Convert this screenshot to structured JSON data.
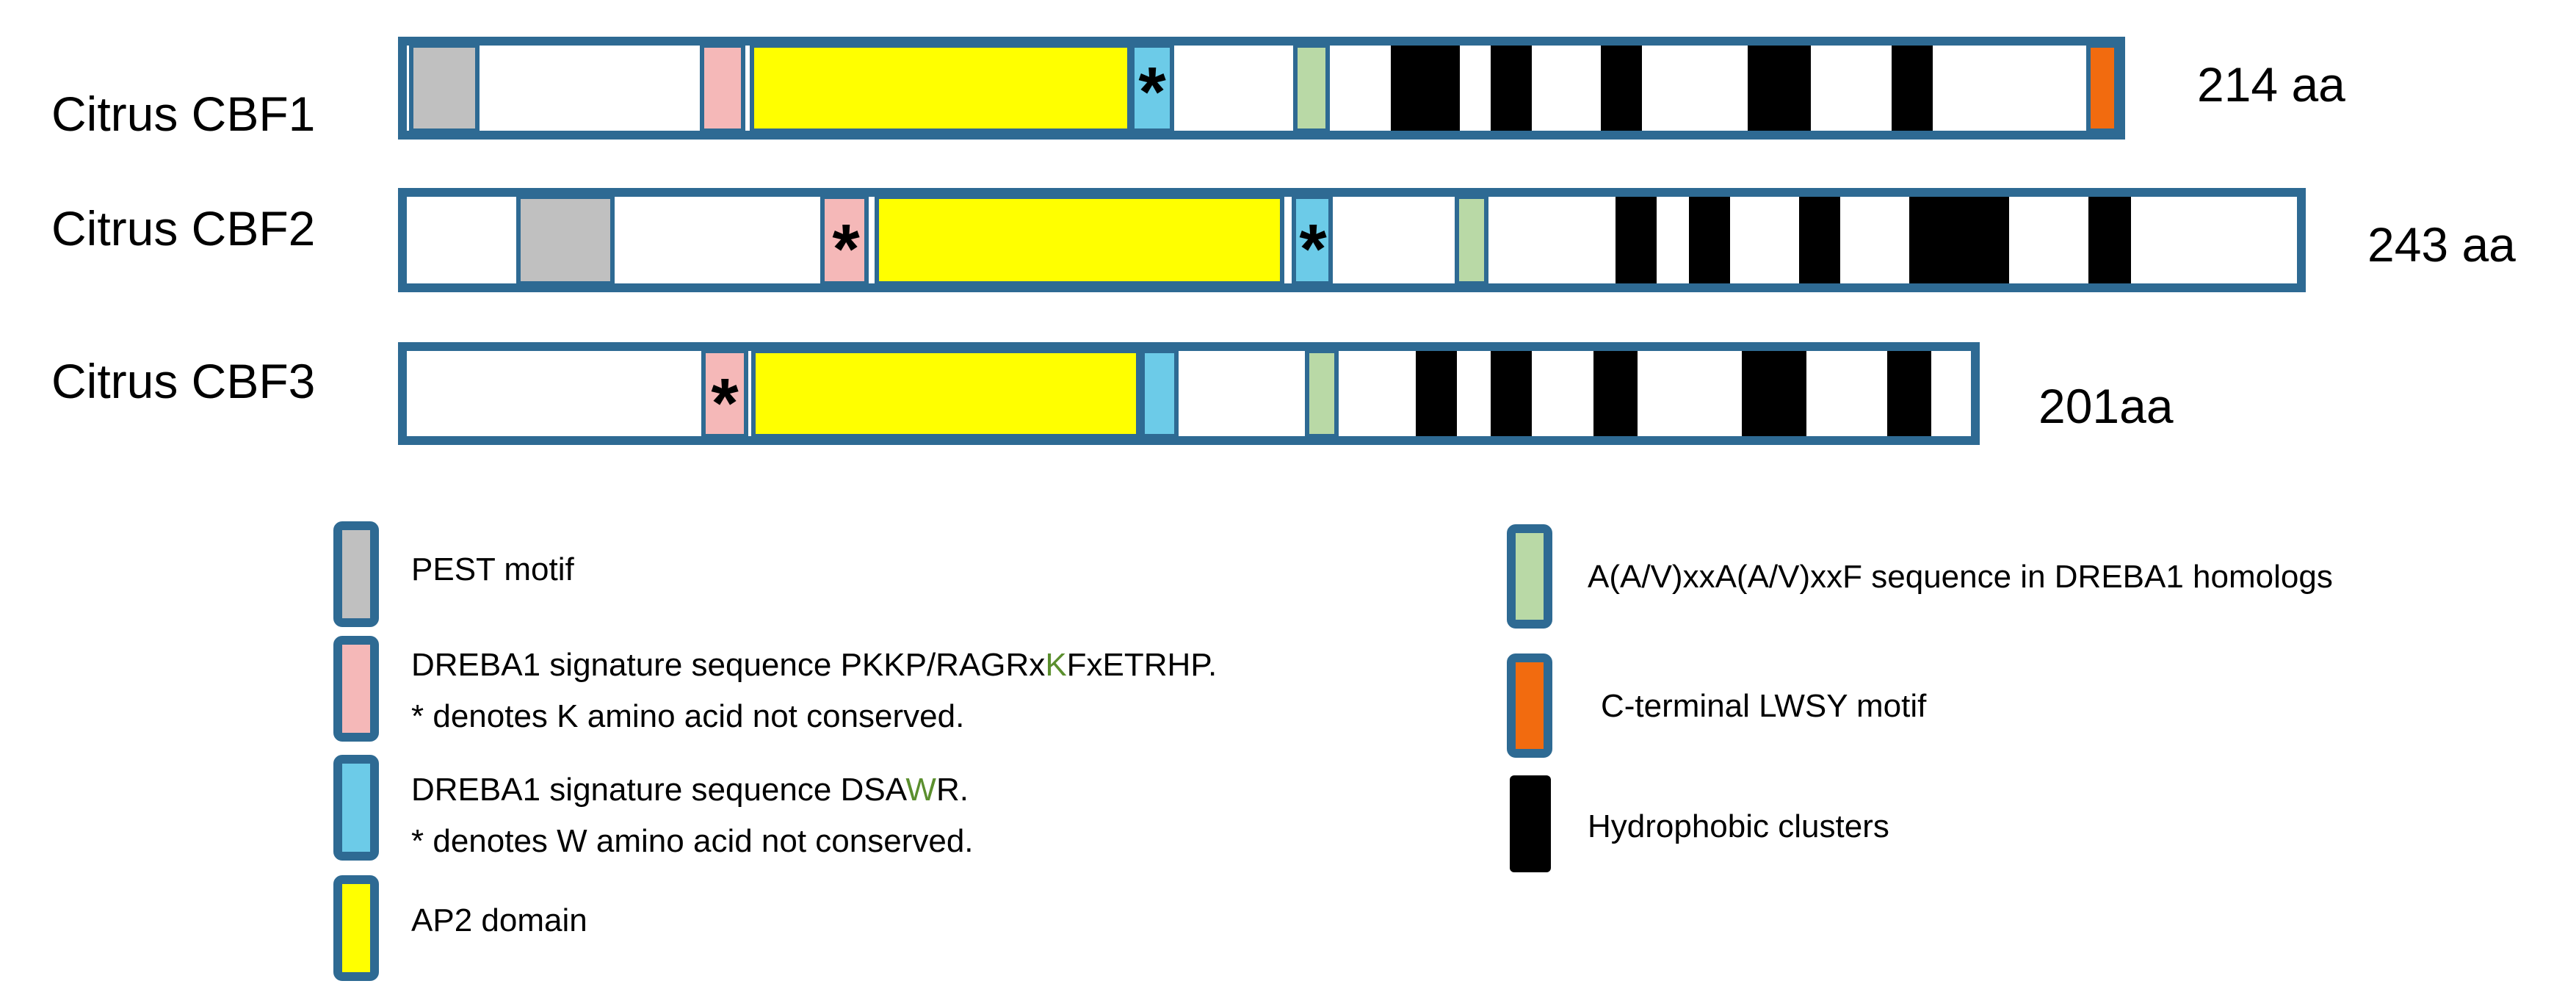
{
  "proteins": [
    {
      "name": "Citrus CBF1",
      "length": "214 aa",
      "domains": [
        {
          "type": "pest"
        },
        {
          "type": "dreb_pkkp"
        },
        {
          "type": "ap2"
        },
        {
          "type": "dreb_dsawr",
          "star": "*"
        },
        {
          "type": "aav_motif"
        },
        {
          "type": "hydrophobic"
        },
        {
          "type": "hydrophobic"
        },
        {
          "type": "hydrophobic"
        },
        {
          "type": "hydrophobic"
        },
        {
          "type": "hydrophobic"
        },
        {
          "type": "lwsy"
        }
      ]
    },
    {
      "name": "Citrus CBF2",
      "length": "243 aa",
      "domains": [
        {
          "type": "pest"
        },
        {
          "type": "dreb_pkkp",
          "star": "*"
        },
        {
          "type": "ap2"
        },
        {
          "type": "dreb_dsawr",
          "star": "*"
        },
        {
          "type": "aav_motif"
        },
        {
          "type": "hydrophobic"
        },
        {
          "type": "hydrophobic"
        },
        {
          "type": "hydrophobic"
        },
        {
          "type": "hydrophobic"
        },
        {
          "type": "hydrophobic"
        }
      ]
    },
    {
      "name": "Citrus CBF3",
      "length": "201aa",
      "domains": [
        {
          "type": "dreb_pkkp",
          "star": "*"
        },
        {
          "type": "ap2"
        },
        {
          "type": "dreb_dsawr"
        },
        {
          "type": "aav_motif"
        },
        {
          "type": "hydrophobic"
        },
        {
          "type": "hydrophobic"
        },
        {
          "type": "hydrophobic"
        },
        {
          "type": "hydrophobic"
        },
        {
          "type": "hydrophobic"
        }
      ]
    }
  ],
  "legend": {
    "pest": {
      "label": "PEST motif"
    },
    "dreb_pkkp": {
      "label_prefix": "DREBA1 signature sequence PKKP/RAGRx",
      "label_highlight": "K",
      "label_suffix": "FxETRHP.",
      "note": "* denotes K amino acid not conserved."
    },
    "dreb_dsawr": {
      "label_prefix": "DREBA1 signature sequence DSA",
      "label_highlight": "W",
      "label_suffix": "R.",
      "note": "* denotes W amino acid not conserved."
    },
    "ap2": {
      "label": "AP2 domain"
    },
    "aav_motif": {
      "label": "A(A/V)xxA(A/V)xxF sequence in DREBA1 homologs"
    },
    "lwsy": {
      "label": "C-terminal LWSY motif"
    },
    "hydrophobic": {
      "label": "Hydrophobic clusters"
    }
  },
  "colors": {
    "outline": "#2e6a93",
    "pest": "#c0c0c0",
    "dreb_pkkp": "#f5b8b8",
    "ap2": "#ffff00",
    "dreb_dsawr": "#6ccbe8",
    "aav_motif": "#b9d9a6",
    "lwsy": "#f26b0f",
    "hydrophobic": "#000000",
    "highlight_text": "#5b8f2e"
  }
}
